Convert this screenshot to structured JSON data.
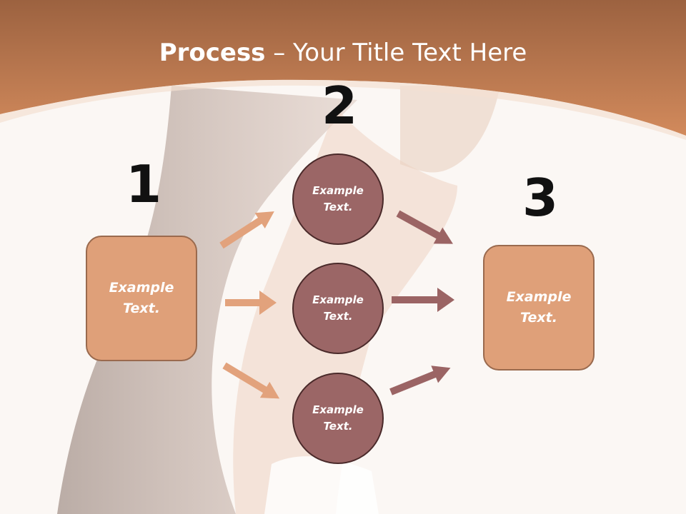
{
  "title": {
    "bold": "Process",
    "rest": " – Your Title Text Here"
  },
  "steps": {
    "one": {
      "number": "1",
      "text": "Example\nText."
    },
    "two": {
      "number": "2",
      "circles": [
        {
          "text": "Example\nText."
        },
        {
          "text": "Example\nText."
        },
        {
          "text": "Example\nText."
        }
      ]
    },
    "three": {
      "number": "3",
      "text": "Example\nText."
    }
  },
  "colors": {
    "header": "#c97f52",
    "box_fill": "#dfa079",
    "circle_fill": "#9b6666",
    "arrow_left": "#e2a27c",
    "arrow_right": "#9b6464"
  }
}
